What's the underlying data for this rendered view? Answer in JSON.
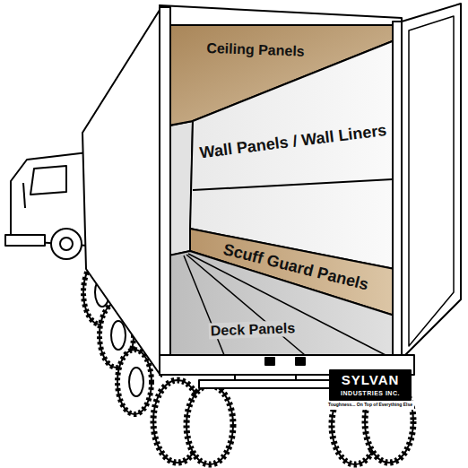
{
  "diagram": {
    "labels": [
      "Ceiling Panels",
      "Wall Panels / Wall Liners",
      "Scuff Guard Panels",
      "Deck Panels",
      "SYLVAN",
      "INDUSTRIES INC.",
      "Toughness... On Top of Everything Else"
    ]
  }
}
